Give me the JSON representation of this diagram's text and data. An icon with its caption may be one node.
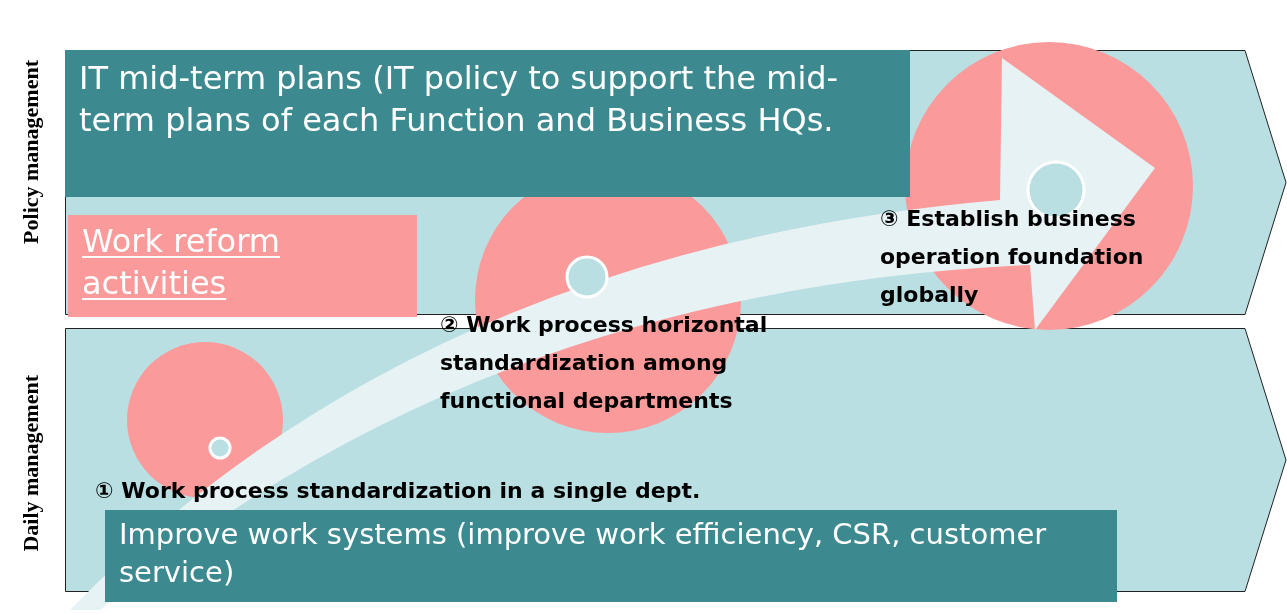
{
  "diagram": {
    "nodes": [
      {
        "text": [],
        "shape": "band",
        "beside": [
          "Policy management"
        ]
      },
      {
        "text": [
          "IT mid-term plans (IT policy to support the mid-term plans of each Function and Business HQs."
        ],
        "in": 0
      },
      {
        "text": [
          "Work reform activities"
        ],
        "in": 0
      },
      {
        "text": [],
        "shape": "band",
        "beside": [
          "Daily management"
        ]
      },
      {
        "text": [
          "Improve work systems (improve work efficiency, CSR, customer service)"
        ],
        "in": 3
      }
    ],
    "labels": [
      "③ Establish business operation foundation globally",
      "② Work process horizontal standardization among functional departments",
      "① Work process standardization in a single dept."
    ]
  }
}
